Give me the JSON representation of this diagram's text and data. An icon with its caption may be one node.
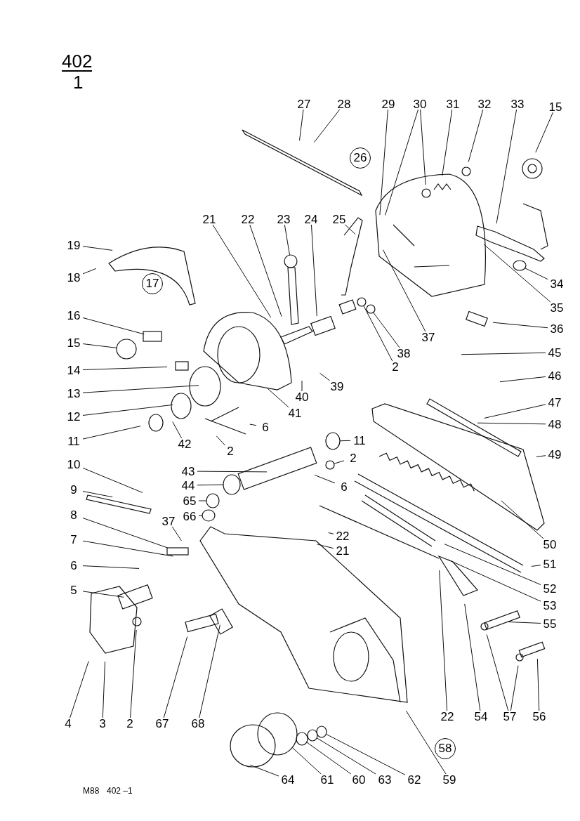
{
  "diagram": {
    "nodes": [
      {
        "text": [
          "27"
        ]
      },
      {
        "text": [
          "28"
        ]
      },
      {
        "text": [
          "29"
        ]
      },
      {
        "text": [
          "30"
        ]
      },
      {
        "text": [
          "31"
        ]
      },
      {
        "text": [
          "32"
        ]
      },
      {
        "text": [
          "33"
        ]
      },
      {
        "text": [
          "15"
        ]
      },
      {
        "text": [
          "26"
        ]
      },
      {
        "text": [
          "21"
        ]
      },
      {
        "text": [
          "22"
        ]
      },
      {
        "text": [
          "23"
        ]
      },
      {
        "text": [
          "24"
        ]
      },
      {
        "text": [
          "25"
        ]
      },
      {
        "text": [
          "19"
        ]
      },
      {
        "text": [
          "18"
        ]
      },
      {
        "text": [
          "17"
        ]
      },
      {
        "text": [
          "34"
        ]
      },
      {
        "text": [
          "35"
        ]
      },
      {
        "text": [
          "36"
        ]
      },
      {
        "text": [
          "37"
        ]
      },
      {
        "text": [
          "38"
        ]
      },
      {
        "text": [
          "2"
        ]
      },
      {
        "text": [
          "16"
        ]
      },
      {
        "text": [
          "15"
        ]
      },
      {
        "text": [
          "45"
        ]
      },
      {
        "text": [
          "14"
        ]
      },
      {
        "text": [
          "39"
        ]
      },
      {
        "text": [
          "46"
        ]
      },
      {
        "text": [
          "40"
        ]
      },
      {
        "text": [
          "13"
        ]
      },
      {
        "text": [
          "41"
        ]
      },
      {
        "text": [
          "47"
        ]
      },
      {
        "text": [
          "12"
        ]
      },
      {
        "text": [
          "48"
        ]
      },
      {
        "text": [
          "6"
        ]
      },
      {
        "text": [
          "11"
        ]
      },
      {
        "text": [
          "42"
        ]
      },
      {
        "text": [
          "2"
        ]
      },
      {
        "text": [
          "11"
        ]
      },
      {
        "text": [
          "49"
        ]
      },
      {
        "text": [
          "2"
        ]
      },
      {
        "text": [
          "10"
        ]
      },
      {
        "text": [
          "43"
        ]
      },
      {
        "text": [
          "44"
        ]
      },
      {
        "text": [
          "65"
        ]
      },
      {
        "text": [
          "9"
        ]
      },
      {
        "text": [
          "6"
        ]
      },
      {
        "text": [
          "66"
        ]
      },
      {
        "text": [
          "8"
        ]
      },
      {
        "text": [
          "37"
        ]
      },
      {
        "text": [
          "22"
        ]
      },
      {
        "text": [
          "50"
        ]
      },
      {
        "text": [
          "21"
        ]
      },
      {
        "text": [
          "7"
        ]
      },
      {
        "text": [
          "6"
        ]
      },
      {
        "text": [
          "51"
        ]
      },
      {
        "text": [
          "52"
        ]
      },
      {
        "text": [
          "5"
        ]
      },
      {
        "text": [
          "53"
        ]
      },
      {
        "text": [
          "55"
        ]
      },
      {
        "text": [
          "4"
        ]
      },
      {
        "text": [
          "3"
        ]
      },
      {
        "text": [
          "2"
        ]
      },
      {
        "text": [
          "67"
        ]
      },
      {
        "text": [
          "68"
        ]
      },
      {
        "text": [
          "22"
        ]
      },
      {
        "text": [
          "54"
        ]
      },
      {
        "text": [
          "57"
        ]
      },
      {
        "text": [
          "56"
        ]
      },
      {
        "text": [
          "58"
        ]
      },
      {
        "text": [
          "64"
        ]
      },
      {
        "text": [
          "61"
        ]
      },
      {
        "text": [
          "60"
        ]
      },
      {
        "text": [
          "63"
        ]
      },
      {
        "text": [
          "62"
        ]
      },
      {
        "text": [
          "59"
        ]
      },
      {
        "text": [],
        "shape": "circle"
      },
      {
        "text": [],
        "shape": "circle"
      },
      {
        "text": [],
        "shape": "circle"
      },
      {
        "text": [],
        "shape": "circle"
      },
      {
        "text": [],
        "shape": "box"
      },
      {
        "text": [],
        "shape": "circle"
      },
      {
        "text": [],
        "shape": "circle"
      },
      {
        "text": [],
        "shape": "circle"
      },
      {
        "text": [],
        "shape": "circle"
      },
      {
        "text": [],
        "shape": "circle"
      },
      {
        "text": [],
        "shape": "circle"
      },
      {
        "text": [],
        "shape": "circle"
      },
      {
        "text": [],
        "shape": "circle"
      },
      {
        "text": [],
        "shape": "circle"
      },
      {
        "text": [],
        "shape": "circle"
      }
    ],
    "edges": [
      {
        "from": 0,
        "to": null,
        "arrow": "none"
      },
      {
        "from": 1,
        "to": null,
        "arrow": "none"
      },
      {
        "from": 2,
        "to": null,
        "arrow": "none"
      },
      {
        "from": 3,
        "to": null,
        "arrow": "none"
      },
      {
        "from": 3,
        "to": null,
        "arrow": "none"
      },
      {
        "from": 4,
        "to": null,
        "arrow": "none"
      },
      {
        "from": 5,
        "to": null,
        "arrow": "none"
      },
      {
        "from": 6,
        "to": null,
        "arrow": "none"
      },
      {
        "from": 7,
        "to": null,
        "arrow": "none"
      },
      {
        "from": 9,
        "to": null,
        "arrow": "none"
      },
      {
        "from": 10,
        "to": null,
        "arrow": "none"
      },
      {
        "from": 11,
        "to": 77,
        "arrow": "none"
      },
      {
        "from": 12,
        "to": null,
        "arrow": "none"
      },
      {
        "from": 13,
        "to": null,
        "arrow": "none"
      },
      {
        "from": 14,
        "to": null,
        "arrow": "none"
      },
      {
        "from": 15,
        "to": null,
        "arrow": "none"
      },
      {
        "from": 17,
        "to": 78,
        "arrow": "none"
      },
      {
        "from": 18,
        "to": null,
        "arrow": "none"
      },
      {
        "from": 19,
        "to": null,
        "arrow": "none"
      },
      {
        "from": 20,
        "to": null,
        "arrow": "none"
      },
      {
        "from": 21,
        "to": 79,
        "arrow": "none"
      },
      {
        "from": 22,
        "to": 80,
        "arrow": "none"
      },
      {
        "from": 23,
        "to": 81,
        "arrow": "none"
      },
      {
        "from": 24,
        "to": 82,
        "arrow": "none"
      },
      {
        "from": 25,
        "to": null,
        "arrow": "none"
      },
      {
        "from": 26,
        "to": null,
        "arrow": "none"
      },
      {
        "from": 27,
        "to": null,
        "arrow": "none"
      },
      {
        "from": 28,
        "to": null,
        "arrow": "none"
      },
      {
        "from": 29,
        "to": null,
        "arrow": "none"
      },
      {
        "from": 30,
        "to": null,
        "arrow": "none"
      },
      {
        "from": 31,
        "to": null,
        "arrow": "none"
      },
      {
        "from": 32,
        "to": null,
        "arrow": "none"
      },
      {
        "from": 33,
        "to": null,
        "arrow": "none"
      },
      {
        "from": 34,
        "to": null,
        "arrow": "none"
      },
      {
        "from": 35,
        "to": null,
        "arrow": "none"
      },
      {
        "from": 36,
        "to": null,
        "arrow": "none"
      },
      {
        "from": 37,
        "to": null,
        "arrow": "none"
      },
      {
        "from": 38,
        "to": null,
        "arrow": "none"
      },
      {
        "from": 39,
        "to": 83,
        "arrow": "none"
      },
      {
        "from": 40,
        "to": null,
        "arrow": "none"
      },
      {
        "from": 41,
        "to": 84,
        "arrow": "none"
      },
      {
        "from": 42,
        "to": null,
        "arrow": "none"
      },
      {
        "from": 43,
        "to": null,
        "arrow": "none"
      },
      {
        "from": 44,
        "to": 85,
        "arrow": "none"
      },
      {
        "from": 45,
        "to": 86,
        "arrow": "none"
      },
      {
        "from": 46,
        "to": null,
        "arrow": "none"
      },
      {
        "from": 47,
        "to": null,
        "arrow": "none"
      },
      {
        "from": 48,
        "to": 87,
        "arrow": "none"
      },
      {
        "from": 49,
        "to": null,
        "arrow": "none"
      },
      {
        "from": 50,
        "to": null,
        "arrow": "none"
      },
      {
        "from": 51,
        "to": null,
        "arrow": "none"
      },
      {
        "from": 52,
        "to": null,
        "arrow": "none"
      },
      {
        "from": 53,
        "to": null,
        "arrow": "none"
      },
      {
        "from": 54,
        "to": null,
        "arrow": "none"
      },
      {
        "from": 55,
        "to": null,
        "arrow": "none"
      },
      {
        "from": 56,
        "to": null,
        "arrow": "none"
      },
      {
        "from": 57,
        "to": null,
        "arrow": "none"
      },
      {
        "from": 58,
        "to": null,
        "arrow": "none"
      },
      {
        "from": 59,
        "to": null,
        "arrow": "none"
      },
      {
        "from": 60,
        "to": null,
        "arrow": "none"
      },
      {
        "from": 61,
        "to": null,
        "arrow": "none"
      },
      {
        "from": 62,
        "to": null,
        "arrow": "none"
      },
      {
        "from": 63,
        "to": null,
        "arrow": "none"
      },
      {
        "from": 64,
        "to": null,
        "arrow": "none"
      },
      {
        "from": 65,
        "to": null,
        "arrow": "none"
      },
      {
        "from": 66,
        "to": null,
        "arrow": "none"
      },
      {
        "from": 67,
        "to": null,
        "arrow": "none"
      },
      {
        "from": 68,
        "to": null,
        "arrow": "none"
      },
      {
        "from": 68,
        "to": null,
        "arrow": "none"
      },
      {
        "from": 69,
        "to": null,
        "arrow": "none"
      },
      {
        "from": 71,
        "to": null,
        "arrow": "none"
      },
      {
        "from": 72,
        "to": 88,
        "arrow": "none"
      },
      {
        "from": 73,
        "to": 89,
        "arrow": "none"
      },
      {
        "from": 74,
        "to": 90,
        "arrow": "none"
      },
      {
        "from": 75,
        "to": 91,
        "arrow": "none"
      },
      {
        "from": 76,
        "to": null,
        "arrow": "none"
      }
    ],
    "labels": [
      "402",
      "1",
      "M88",
      "402 –1"
    ]
  }
}
